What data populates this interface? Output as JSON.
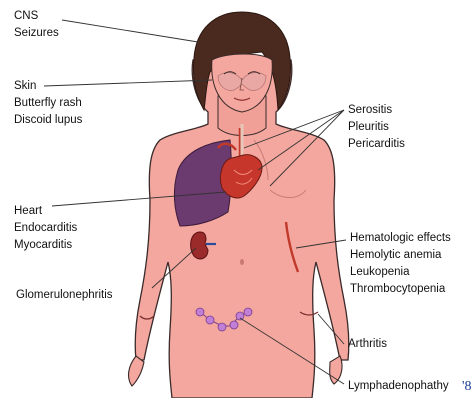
{
  "labels": {
    "cns": [
      "CNS",
      "Seizures"
    ],
    "skin": [
      "Skin",
      "Butterfly rash",
      "Discoid lupus"
    ],
    "serositis": [
      "Serositis",
      "Pleuritis",
      "Pericarditis"
    ],
    "heart": [
      "Heart",
      "Endocarditis",
      "Myocarditis"
    ],
    "hematologic": [
      "Hematologic effects",
      "Hemolytic anemia",
      "Leukopenia",
      "Thrombocytopenia"
    ],
    "kidney": [
      "Glomerulonephritis"
    ],
    "arthritis": [
      "Arthritis"
    ],
    "lymph": [
      "Lymphadenophathy"
    ]
  },
  "corner_mark": "'8",
  "colors": {
    "skin": "#f4a79e",
    "skin_shade": "#e48a82",
    "outline": "#3a2a2a",
    "hair": "#4a2a1f",
    "lung": "#6b3a6e",
    "heart": "#c7362b",
    "vessel": "#c0392b",
    "kidney": "#9b2a2a",
    "node": "#c27fd6",
    "leader": "#333333"
  }
}
